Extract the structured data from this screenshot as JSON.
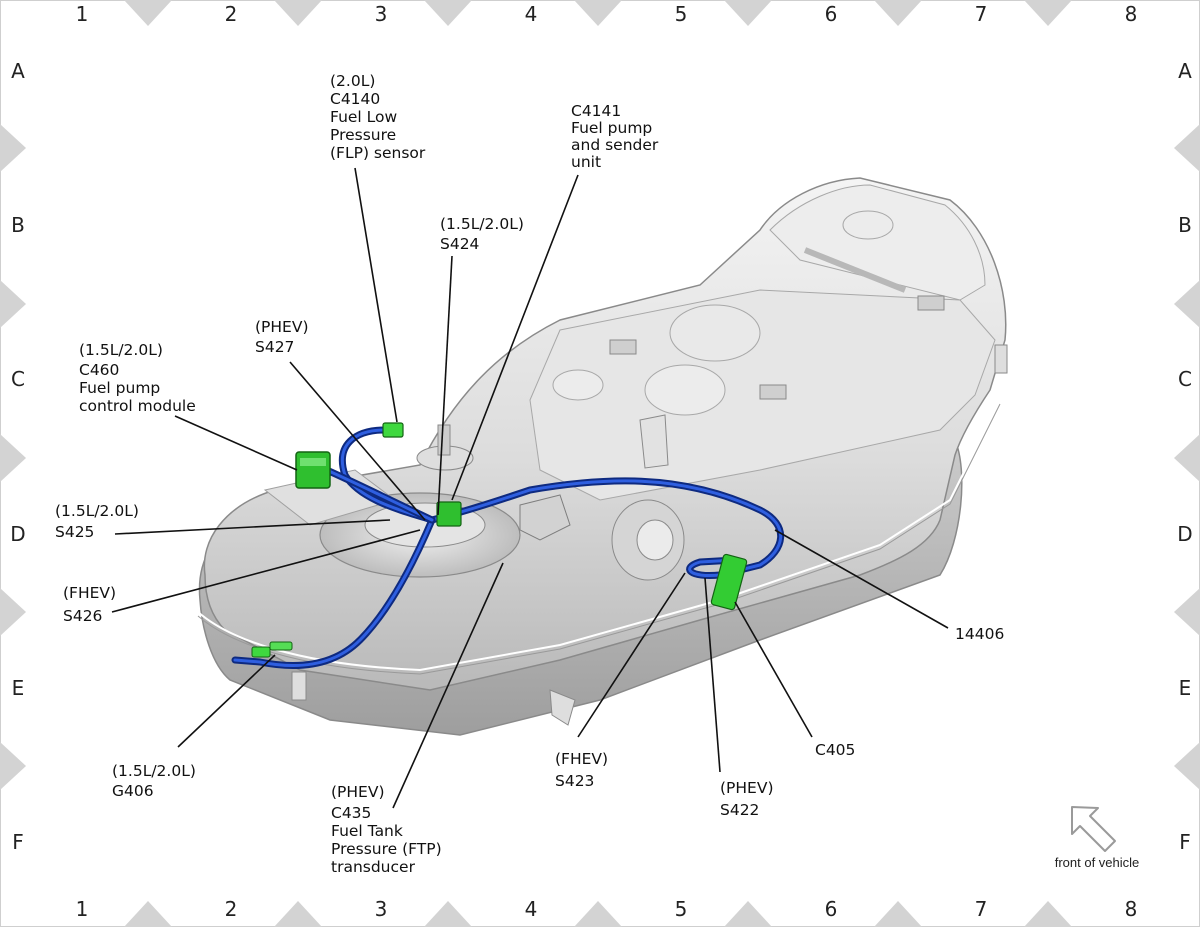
{
  "grid": {
    "columns": [
      "1",
      "2",
      "3",
      "4",
      "5",
      "6",
      "7",
      "8"
    ],
    "rows": [
      "A",
      "B",
      "C",
      "D",
      "E",
      "F"
    ]
  },
  "callouts": {
    "c4140": [
      "(2.0L)",
      "C4140",
      "Fuel Low",
      "Pressure",
      "(FLP) sensor"
    ],
    "c4141": [
      "C4141",
      "Fuel pump",
      "and sender",
      "unit"
    ],
    "s424": [
      "(1.5L/2.0L)",
      "S424"
    ],
    "s427": [
      "(PHEV)",
      "S427"
    ],
    "c460": [
      "(1.5L/2.0L)",
      "C460",
      "Fuel pump",
      "control module"
    ],
    "s425": [
      "(1.5L/2.0L)",
      "S425"
    ],
    "s426": [
      "(FHEV)",
      "S426"
    ],
    "g406": [
      "(1.5L/2.0L)",
      "G406"
    ],
    "c435": [
      "(PHEV)",
      "C435",
      "Fuel Tank",
      "Pressure (FTP)",
      "transducer"
    ],
    "s423": [
      "(FHEV)",
      "S423"
    ],
    "s422": [
      "(PHEV)",
      "S422"
    ],
    "c405": [
      "C405"
    ],
    "harness": [
      "14406"
    ]
  },
  "front_of_vehicle": "front of vehicle",
  "colors": {
    "harness": "#1c3fb0",
    "connector": "#33cc33",
    "tank": "#d8d8d8",
    "border_marker": "#d3d3d3"
  }
}
